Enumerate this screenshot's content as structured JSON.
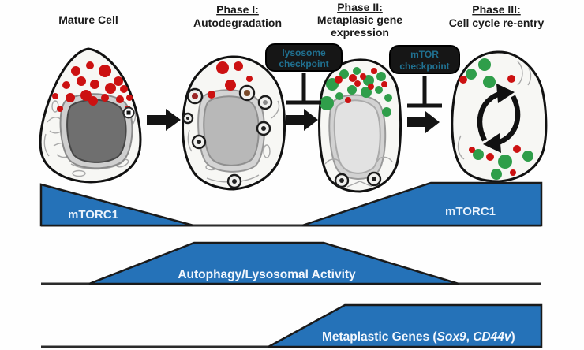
{
  "figure": {
    "columns": [
      {
        "lines": [
          "Mature Cell"
        ]
      },
      {
        "lines": [
          "Phase I:",
          "Autodegradation"
        ]
      },
      {
        "lines": [
          "Phase II:",
          "Metaplasic gene",
          "expression"
        ]
      },
      {
        "lines": [
          "Phase III:",
          "Cell cycle re-entry"
        ]
      }
    ],
    "checkpoints": [
      {
        "lines": [
          "lysosome",
          "checkpoint"
        ]
      },
      {
        "lines": [
          "mTOR",
          "checkpoint"
        ]
      }
    ],
    "bands": {
      "mtorc1": {
        "left_label": "mTORC1",
        "right_label": "mTORC1"
      },
      "autophagy": {
        "label": "Autophagy/Lysosomal Activity"
      },
      "metaplastic": {
        "prefix": "Metaplastic Genes (",
        "gene1": "Sox9",
        "separator": ", ",
        "gene2": "CD44v",
        "suffix": ")"
      }
    },
    "colors": {
      "band_fill": "#2572b8",
      "checkpoint_box": "#161616",
      "checkpoint_text": "#207090",
      "granule_red": "#cc1111",
      "granule_green": "#2f9e4a"
    }
  }
}
